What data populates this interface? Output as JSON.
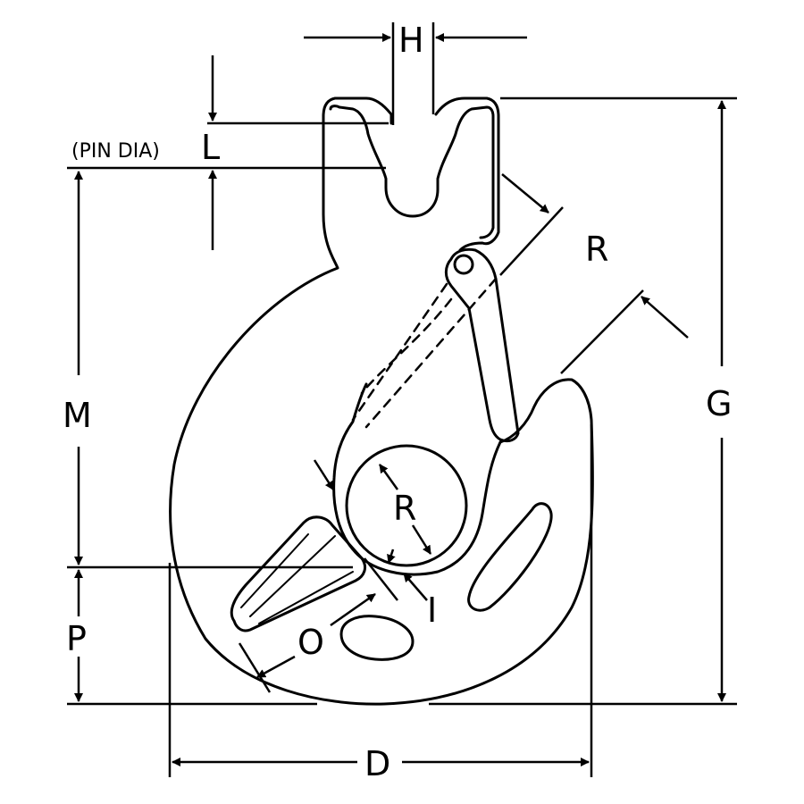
{
  "labels": {
    "H": "H",
    "L": "L",
    "pin_dia": "(PIN DIA)",
    "M": "M",
    "P": "P",
    "G": "G",
    "D": "D",
    "R_outer": "R",
    "R_inner": "R",
    "O": "O",
    "I": "I"
  },
  "colors": {
    "ink": "#000000",
    "paper": "#ffffff"
  }
}
